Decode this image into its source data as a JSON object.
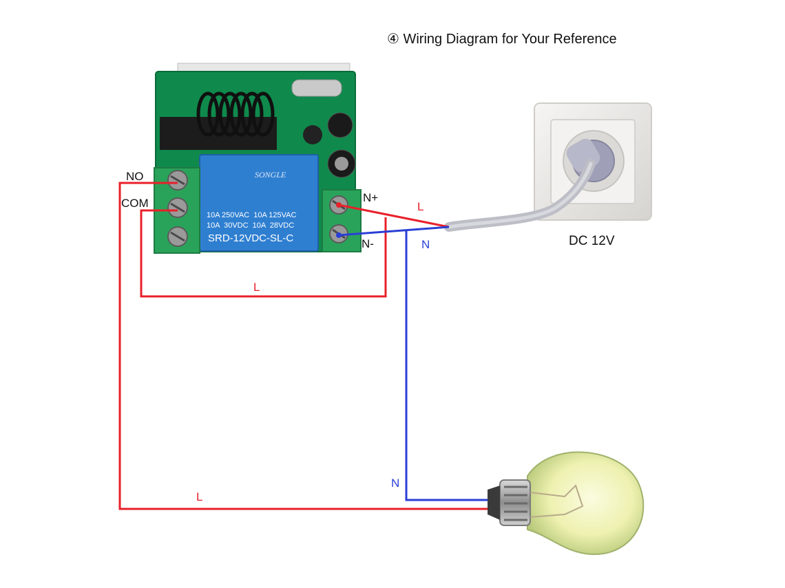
{
  "title": "④ Wiring Diagram for Your Reference",
  "relay_module": {
    "brand": "SONGLE",
    "rating_line1": "10A 250VAC  10A 125VAC",
    "rating_line2": "10A  30VDC  10A  28VDC",
    "model": "SRD-12VDC-SL-C",
    "terminals": {
      "no": "NO",
      "com": "COM",
      "n_plus": "N+",
      "n_minus": "N-"
    }
  },
  "power_source": {
    "label": "DC 12V"
  },
  "wire_labels": {
    "l_power": "L",
    "n_power": "N",
    "l_loop": "L",
    "n_lamp": "N",
    "l_lamp": "L"
  },
  "colors": {
    "live_wire": "#e8202a",
    "neutral_wire": "#2a3fd6",
    "pcb": "#0f8a4c",
    "terminal_block": "#2aa35a",
    "relay": "#2f7fd1",
    "socket_frame": "#eceae7",
    "cable": "#bdbec6",
    "bulb_glass": "#f0f2b8"
  }
}
